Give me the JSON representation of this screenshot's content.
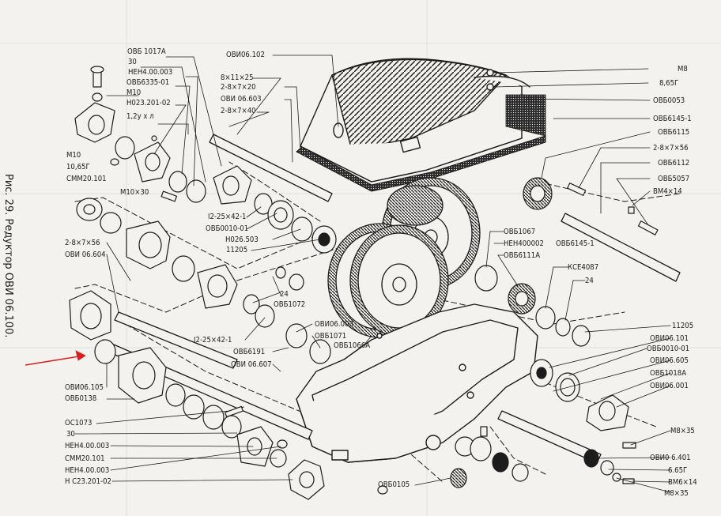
{
  "caption": "Рис. 29. Редуктор ОВИ 06.100.",
  "labels": {
    "ovb1017a": "ОВБ 1017А",
    "n30a": "30",
    "nen4a": "НЕН4.00.003",
    "ovb6335": "ОВБ6335-01",
    "m10a": "М10",
    "n023a": "Н023.201-02",
    "r12": "1,2у х л",
    "m10b": "М10",
    "g1065": "10,65Г",
    "smm20a": "СММ20.101",
    "m10x30": "М10×30",
    "ovi06102": "ОВИ06.102",
    "k8x11x25": "8×11×25",
    "k2x8x7x20": "2-8×7×20",
    "ovi06603": "ОВИ 06.603",
    "k2x8x7x40": "2-8×7×40",
    "i2a": "I2-25×42-1",
    "ovb0010a": "ОВБ0010-01",
    "n026": "Н026.503",
    "n11205a": "11205",
    "k2x8x7x56a": "2-8×7×56",
    "ovi06604": "ОВИ 06.604",
    "n24a": "24",
    "ovb1072": "ОВБ1072",
    "i2b": "I2-25×42-1",
    "ovb6191": "ОВБ6191",
    "ovi06607": "ОВИ 06.607",
    "ovi06003": "ОВИ06.003",
    "ovb1071": "ОВБ1071",
    "ovb1066a": "ОВБ1066А",
    "ovi06105": "ОВИ06.105",
    "ovb0138": "ОВБ0138",
    "os1073": "ОС1073",
    "n30b": "30",
    "nen4b": "НЕН4.00.003",
    "smm20b": "СММ20.101",
    "nen4c": "НЕН4.00.003",
    "n023b": "Н С23.201-02",
    "ovb0105": "ОВБ0105",
    "m8a": "М8",
    "g865a": "8,65Г",
    "ovb0053": "ОВБ0053",
    "ovb6145a": "ОВБ6145-1",
    "ovb6115": "ОВБ6115",
    "k2x8x7x56b": "2-8×7×56",
    "ovb6112": "ОВБ6112",
    "ovb5057": "ОВБ5057",
    "vm4x14": "ВМ4×14",
    "ovb1067": "ОВБ1067",
    "nen400002": "НЕН400002",
    "ovb6145b": "ОВБ6145-1",
    "ovb6111a": "ОВБ6111А",
    "kce4087": "КСЕ4087",
    "n24b": "24",
    "n11205b": "11205",
    "ovi06101": "ОВИ06.101",
    "ovb0010b": "ОВБ0010-01",
    "ovi06605": "ОВИ06.605",
    "ovb1018a": "ОВБ1018А",
    "ovi06001": "ОВИ06.001",
    "m8x35a": "М8×35",
    "ovi06401": "ОВИ0 6.401",
    "g665": "6.65Г",
    "vm6x14": "ВМ6×14",
    "m8x35b": "М8×35"
  },
  "colors": {
    "ink": "#1c1c1c",
    "paper": "#f3f2ee",
    "arrow": "#d42020",
    "grid": "#b9c4cf"
  }
}
